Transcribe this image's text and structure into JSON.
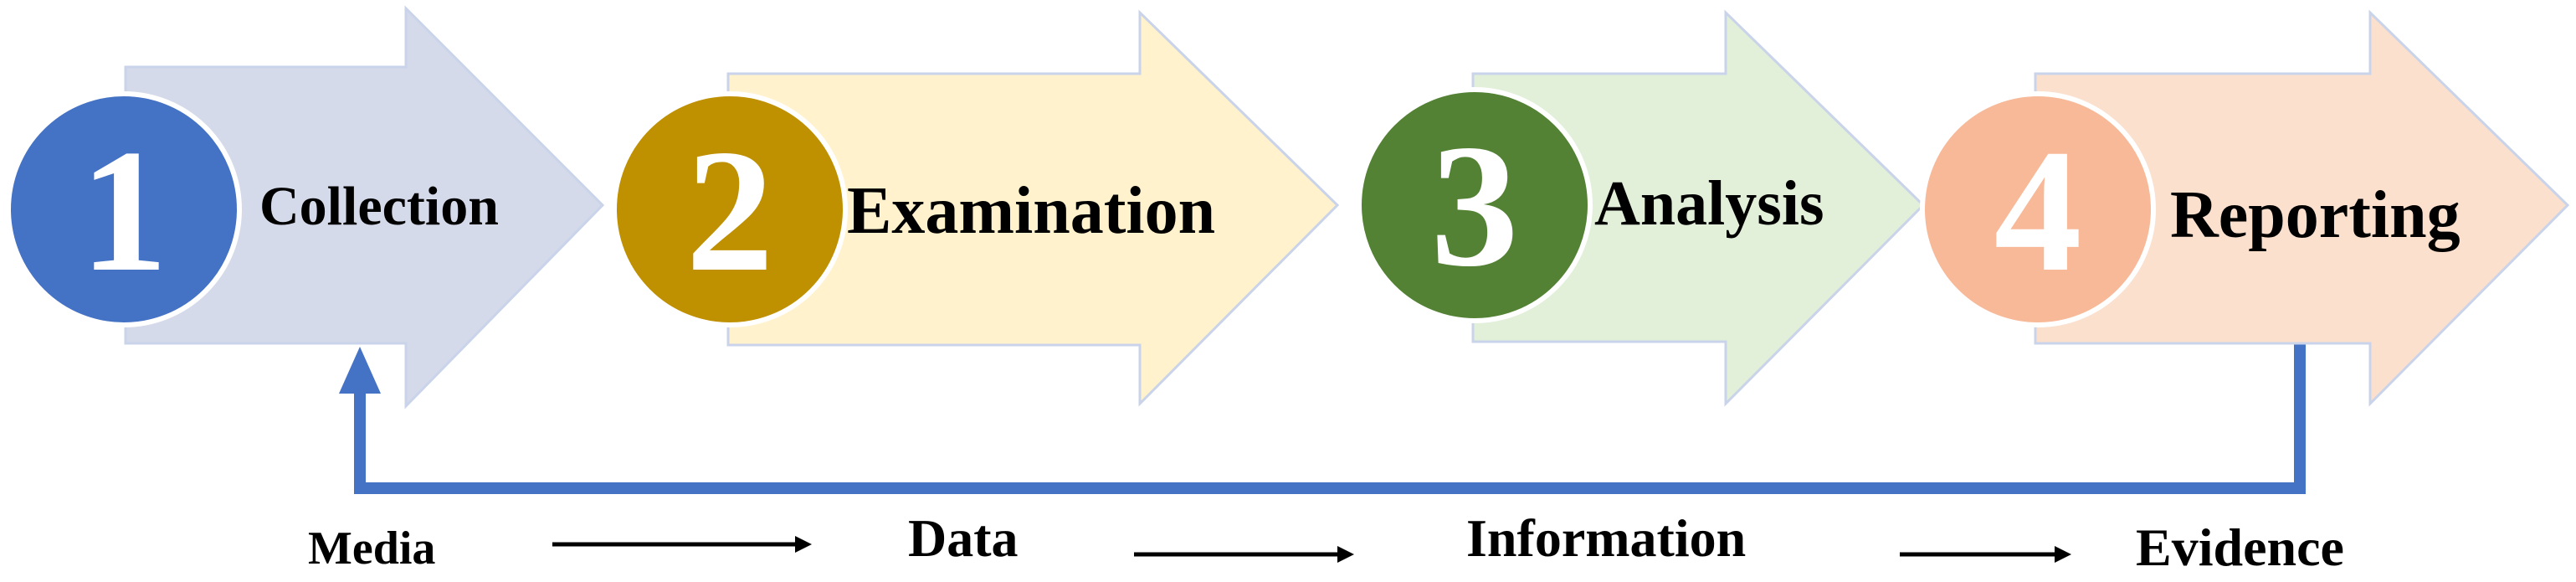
{
  "steps": [
    {
      "number": "1",
      "label": "Collection",
      "circle_color": "#4472c4",
      "arrow_color": "#d5daeb"
    },
    {
      "number": "2",
      "label": "Examination",
      "circle_color": "#bf9000",
      "arrow_color": "#fff2cc"
    },
    {
      "number": "3",
      "label": "Analysis",
      "circle_color": "#548235",
      "arrow_color": "#e2efd9"
    },
    {
      "number": "4",
      "label": "Reporting",
      "circle_color": "#f8b998",
      "arrow_color": "#fbe0ce"
    }
  ],
  "flow": {
    "items": [
      "Media",
      "Data",
      "Information",
      "Evidence"
    ]
  },
  "colors": {
    "feedback_line": "#4472c4",
    "arrow_outline": "#c9d3ea",
    "flow_arrow": "#000000"
  }
}
